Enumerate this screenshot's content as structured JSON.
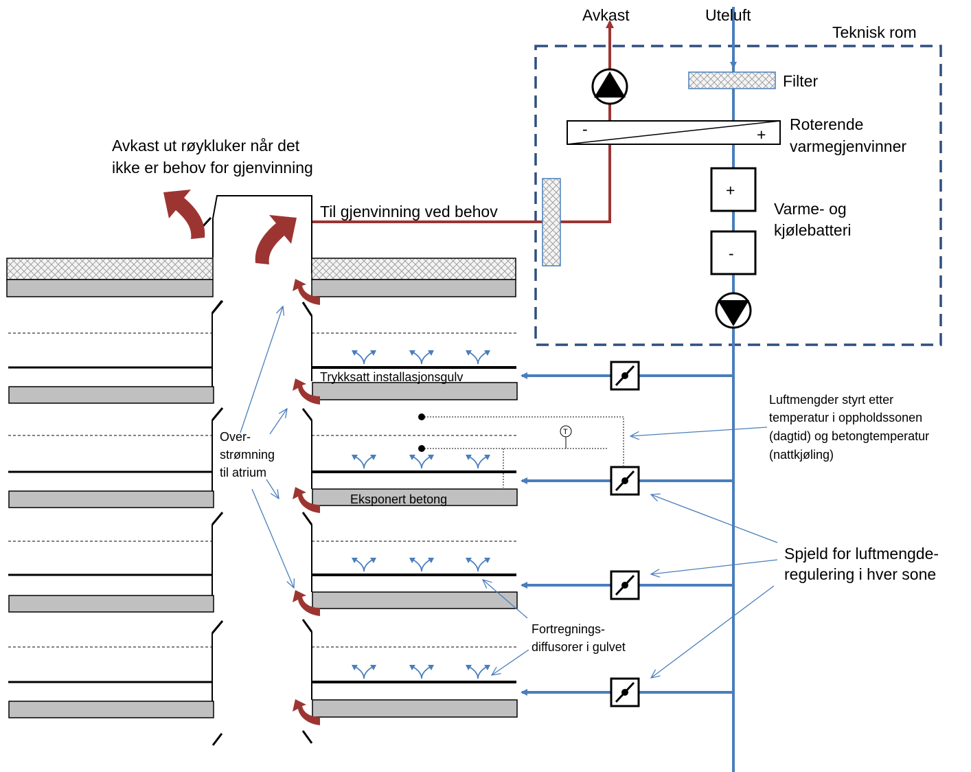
{
  "colors": {
    "supply": "#4a7ebb",
    "exhaust": "#9c3532",
    "slab": "#c0c0c0",
    "tech_room_border": "#2f4f7f",
    "text": "#000000"
  },
  "labels": {
    "avkast": "Avkast",
    "uteluft": "Uteluft",
    "teknisk_rom": "Teknisk rom",
    "filter": "Filter",
    "roterende_1": "Roterende",
    "roterende_2": "varmegjenvinner",
    "wheel_minus": "-",
    "wheel_plus": "+",
    "coil_plus": "+",
    "coil_minus": "-",
    "batteri_1": "Varme- og",
    "batteri_2": "kjølebatteri",
    "roykluker_1": "Avkast ut røykluker når det",
    "roykluker_2": "ikke er behov for gjenvinning",
    "til_gjenvinning": "Til gjenvinning ved behov",
    "trykksatt": "Trykksatt  installasjonsgulv",
    "eksponert": "Eksponert betong",
    "overstromning_1": "Over-",
    "overstromning_2": "strømning",
    "overstromning_3": "til atrium",
    "luftmengder_1": "Luftmengder styrt etter",
    "luftmengder_2": "temperatur i oppholdssonen",
    "luftmengder_3": "(dagtid) og betongtemperatur",
    "luftmengder_4": "(nattkjøling)",
    "sensor_symbol": "T",
    "spjeld_1": "Spjeld for luftmengde-",
    "spjeld_2": "regulering i hver sone",
    "fortregning_1": "Fortregnings-",
    "fortregning_2": "diffusorer i gulvet"
  },
  "icons": [
    "exhaust-fan-icon",
    "supply-fan-icon",
    "filter-icon",
    "heat-wheel-icon",
    "heating-coil-icon",
    "cooling-coil-icon",
    "damper-icon",
    "temperature-sensor-icon",
    "airflow-arrow-icon",
    "diffuser-icon"
  ]
}
